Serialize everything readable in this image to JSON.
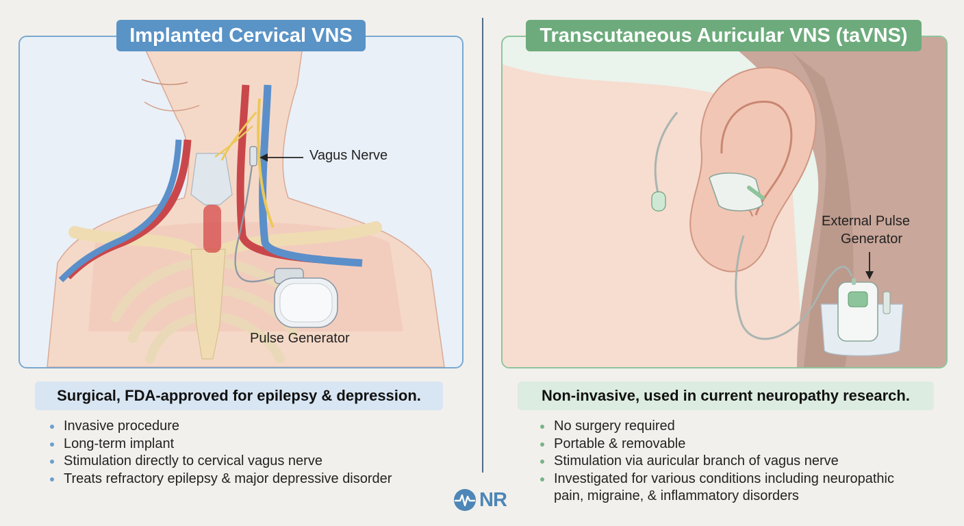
{
  "left": {
    "title": "Implanted Cervical VNS",
    "label_nerve": "Vagus Nerve",
    "label_generator": "Pulse Generator",
    "summary": "Surgical, FDA-approved for epilepsy & depression.",
    "bullets": [
      "Invasive procedure",
      "Long-term implant",
      "Stimulation directly to cervical vagus nerve",
      "Treats refractory epilepsy & major depressive disorder"
    ],
    "accent_color": "#5a93c6"
  },
  "right": {
    "title": "Transcutaneous Auricular VNS (taVNS)",
    "label_generator_line1": "External Pulse",
    "label_generator_line2": "Generator",
    "summary": "Non-invasive, used in current neuropathy research.",
    "bullets": [
      "No surgery required",
      "Portable & removable",
      "Stimulation via auricular branch of vagus nerve",
      "Investigated for various conditions including neuropathic",
      "pain, migraine, & inflammatory disorders"
    ],
    "accent_color": "#6dab7c"
  },
  "logo": {
    "text": "NR",
    "icon": "pulse-wave-icon"
  }
}
